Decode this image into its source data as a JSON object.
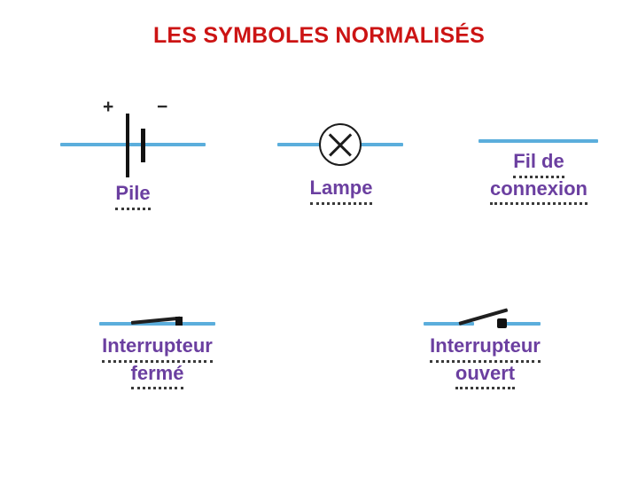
{
  "slide": {
    "title": "LES SYMBOLES NORMALISÉS",
    "title_color": "#CC1414",
    "background_color": "#FFFFFF",
    "label_color": "#6B3FA0",
    "wire_color": "#5BAEDC",
    "symbol_color": "#1C1C1C"
  },
  "symbols": [
    {
      "id": "pile",
      "label_lines": [
        "Pile"
      ],
      "glyph": "battery-symbol",
      "annotations": {
        "plus": "+",
        "minus": "−"
      }
    },
    {
      "id": "lampe",
      "label_lines": [
        "Lampe"
      ],
      "glyph": "lamp-symbol"
    },
    {
      "id": "fil-de-connexion",
      "label_lines": [
        "Fil de",
        "connexion"
      ],
      "glyph": "wire-symbol"
    },
    {
      "id": "interrupteur-ferme",
      "label_lines": [
        "Interrupteur",
        "fermé"
      ],
      "glyph": "closed-switch-symbol"
    },
    {
      "id": "interrupteur-ouvert",
      "label_lines": [
        "Interrupteur",
        "ouvert"
      ],
      "glyph": "open-switch-symbol"
    }
  ]
}
